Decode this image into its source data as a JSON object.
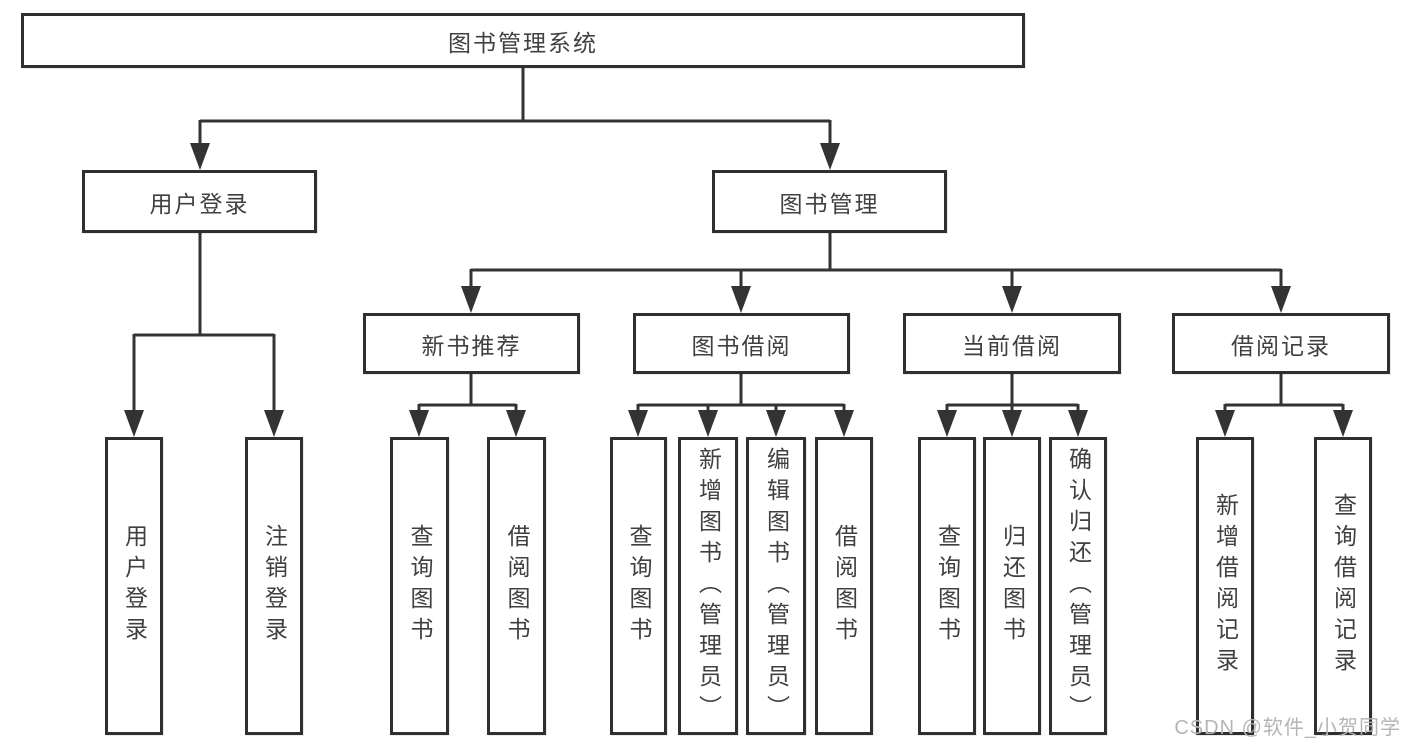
{
  "diagram": {
    "root": {
      "label": "图书管理系统"
    },
    "level2": [
      {
        "label": "用户登录"
      },
      {
        "label": "图书管理"
      }
    ],
    "level3": [
      {
        "label": "新书推荐"
      },
      {
        "label": "图书借阅"
      },
      {
        "label": "当前借阅"
      },
      {
        "label": "借阅记录"
      }
    ],
    "leaves": [
      {
        "label": "用户登录"
      },
      {
        "label": "注销登录"
      },
      {
        "label": "查询图书"
      },
      {
        "label": "借阅图书"
      },
      {
        "label": "查询图书"
      },
      {
        "label": "新增图书（管理员）"
      },
      {
        "label": "编辑图书（管理员）"
      },
      {
        "label": "借阅图书"
      },
      {
        "label": "查询图书"
      },
      {
        "label": "归还图书"
      },
      {
        "label": "确认归还（管理员）"
      },
      {
        "label": "新增借阅记录"
      },
      {
        "label": "查询借阅记录"
      }
    ]
  },
  "watermark": {
    "text": "CSDN @软件_小贺同学"
  },
  "colors": {
    "line": "#333333",
    "border": "#2f2f2f",
    "text": "#404040",
    "watermark": "#b5b5b5",
    "background": "#ffffff"
  }
}
